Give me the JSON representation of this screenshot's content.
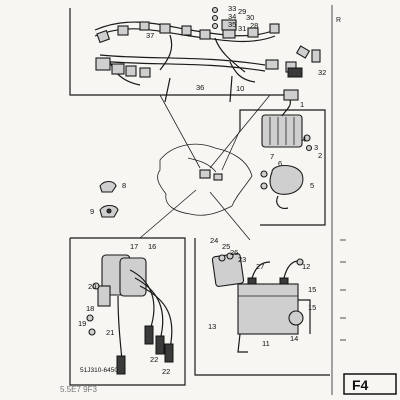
{
  "diagram": {
    "figure_number": "F4",
    "drawing_code": "51J310-6450",
    "page_note": "5.5E7  9F3"
  },
  "margin": {
    "top_letter": "R"
  },
  "callouts": [
    {
      "text": "33"
    },
    {
      "text": "34"
    },
    {
      "text": "35"
    },
    {
      "text": "29"
    },
    {
      "text": "30"
    },
    {
      "text": "31"
    },
    {
      "text": "28"
    },
    {
      "text": "37"
    },
    {
      "text": "32"
    },
    {
      "text": "36"
    },
    {
      "text": "10"
    },
    {
      "text": "1"
    },
    {
      "text": "4"
    },
    {
      "text": "3"
    },
    {
      "text": "2"
    },
    {
      "text": "7"
    },
    {
      "text": "6"
    },
    {
      "text": "5"
    },
    {
      "text": "8"
    },
    {
      "text": "9"
    },
    {
      "text": "17"
    },
    {
      "text": "16"
    },
    {
      "text": "20"
    },
    {
      "text": "18"
    },
    {
      "text": "19"
    },
    {
      "text": "21"
    },
    {
      "text": "22"
    },
    {
      "text": "22"
    },
    {
      "text": "24"
    },
    {
      "text": "25"
    },
    {
      "text": "26"
    },
    {
      "text": "23"
    },
    {
      "text": "27"
    },
    {
      "text": "12"
    },
    {
      "text": "15"
    },
    {
      "text": "15"
    },
    {
      "text": "13"
    },
    {
      "text": "11"
    },
    {
      "text": "14"
    }
  ]
}
